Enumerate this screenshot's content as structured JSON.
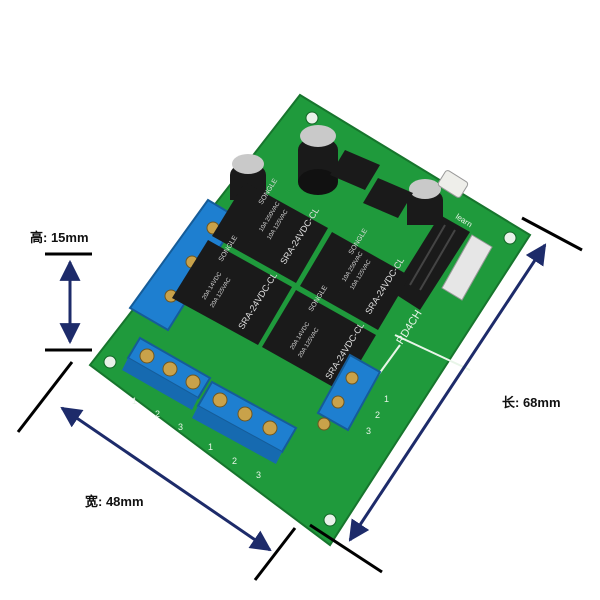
{
  "dimensions": {
    "height_label": "高: 15mm",
    "length_label": "长: 68mm",
    "width_label": "宽: 48mm"
  },
  "board": {
    "model_label": "RD4CH",
    "learn_label": "learn",
    "relays": [
      {
        "brand": "SONGLE",
        "rating_1": "10A 250VAC",
        "rating_2": "10A 125VAC",
        "model": "SRA-24VDC-CL"
      },
      {
        "brand": "SONGLE",
        "rating_1": "10A 250VAC",
        "rating_2": "10A 125VAC",
        "model": "SRA-24VDC-CL"
      },
      {
        "brand": "SONGLE",
        "rating_1": "20A 14VDC",
        "rating_2": "20A 125VAC",
        "model": "SRA-24VDC-CL"
      },
      {
        "brand": "SONGLE",
        "rating_1": "20A 14VDC",
        "rating_2": "20A 125VAC",
        "model": "SRA-24VDC-CL"
      }
    ],
    "terminal_numbers": [
      "1",
      "2",
      "3"
    ]
  },
  "colors": {
    "pcb_green": "#1f9a3c",
    "terminal_blue": "#1e7fd0",
    "relay_black": "#1a1a1a",
    "arrow_navy": "#1d2b6a"
  }
}
